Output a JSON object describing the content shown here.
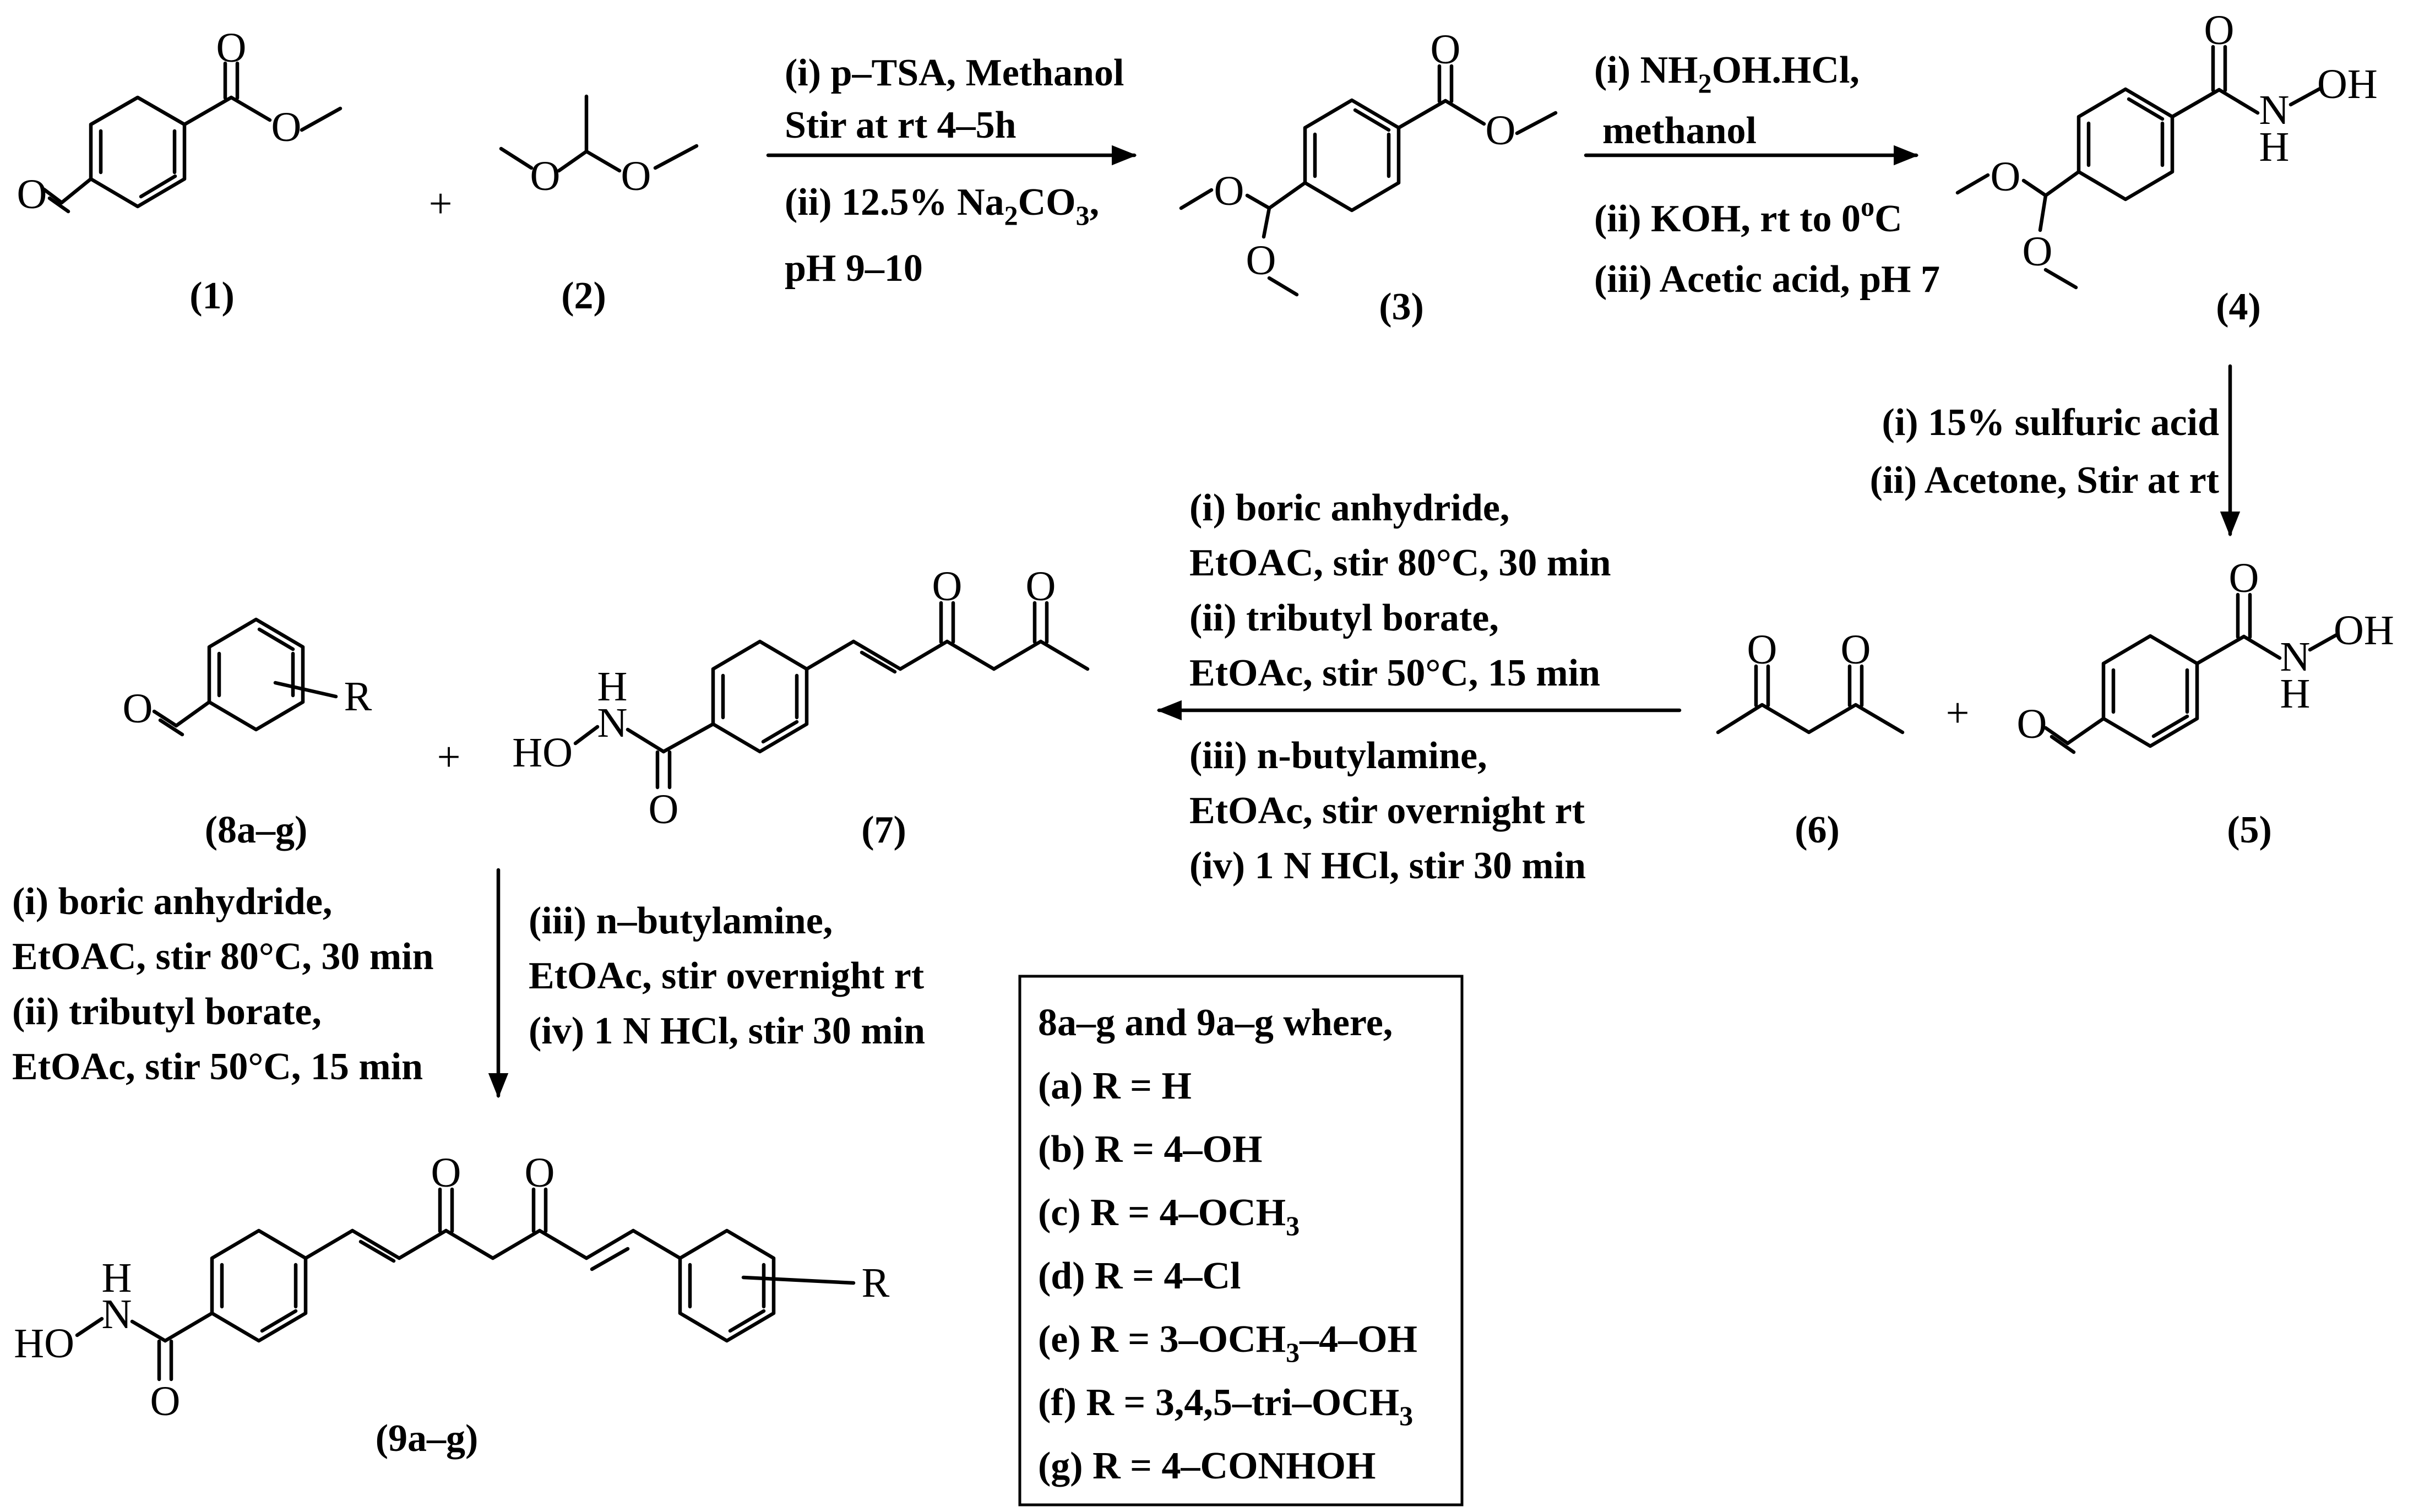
{
  "compounds": {
    "c1": "(1)",
    "c2": "(2)",
    "c3": "(3)",
    "c4": "(4)",
    "c5": "(5)",
    "c6": "(6)",
    "c7": "(7)",
    "c8": "(8a–g)",
    "c9": "(9a–g)"
  },
  "atoms": {
    "O": "O",
    "H": "H",
    "R": "R",
    "N": "N",
    "HO": "HO",
    "OH": "OH"
  },
  "operators": {
    "plus": "+"
  },
  "step1": {
    "line1": "(i) p–TSA, Methanol",
    "line2": "Stir at rt 4–5h",
    "line3_main": "(ii) 12.5% Na",
    "line3_sub": "2",
    "line3_tail": "CO",
    "line3_sub2": "3",
    "line3_end": ",",
    "line4": "pH 9–10"
  },
  "step2": {
    "line1_main": "(i) NH",
    "line1_sub": "2",
    "line1_tail": "OH.HCl,",
    "line2": "methanol",
    "line3": "(ii) KOH, rt to 0",
    "line3_sup": "o",
    "line3_end": "C",
    "line4": "(iii) Acetic acid, pH 7"
  },
  "step3": {
    "line1": "(i) 15% sulfuric acid",
    "line2": "(ii) Acetone, Stir at rt"
  },
  "step4": {
    "line1": "(i) boric anhydride,",
    "line2": "EtOAC, stir 80°C, 30 min",
    "line3": "(ii) tributyl borate,",
    "line4": "EtOAc, stir 50°C, 15 min",
    "line5": "(iii) n-butylamine,",
    "line6": "EtOAc, stir overnight rt",
    "line7": "(iv) 1 N HCl, stir 30 min"
  },
  "step5": {
    "left1": "(i) boric anhydride,",
    "left2": "EtOAC, stir 80°C, 30 min",
    "left3": "(ii) tributyl borate,",
    "left4": "EtOAc, stir 50°C, 15 min",
    "right1": "(iii) n–butylamine,",
    "right2": "EtOAc, stir overnight rt",
    "right3": "(iv) 1 N HCl, stir 30 min"
  },
  "legend": {
    "title": "8a–g and 9a–g where,",
    "a": "(a) R = H",
    "b": "(b) R = 4–OH",
    "c_main": "(c) R = 4–OCH",
    "c_sub": "3",
    "d": "(d) R = 4–Cl",
    "e_main": "(e) R = 3–OCH",
    "e_sub": "3",
    "e_tail": "–4–OH",
    "f_main": "(f) R = 3,4,5–tri–OCH",
    "f_sub": "3",
    "g": "(g) R = 4–CONHOH"
  }
}
